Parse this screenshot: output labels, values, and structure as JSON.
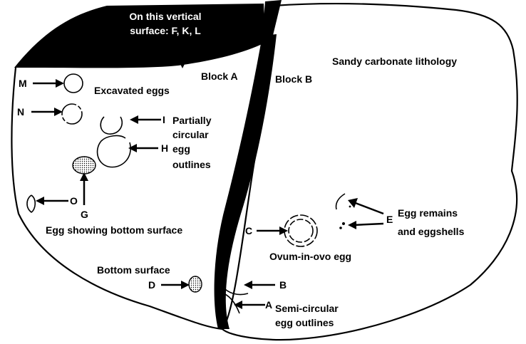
{
  "colors": {
    "ink": "#000000",
    "rock": "#ffffff",
    "fissure": "#000000"
  },
  "labels": {
    "vertical_surface_line1": "On this vertical",
    "vertical_surface_line2": "surface: F, K, L",
    "block_a": "Block A",
    "block_b": "Block B",
    "lithology": "Sandy carbonate lithology",
    "excavated_eggs": "Excavated eggs",
    "partially_circular_line1": "Partially",
    "partially_circular_line2": "circular",
    "partially_circular_line3": "egg",
    "partially_circular_line4": "outlines",
    "egg_bottom_surface": "Egg showing bottom surface",
    "bottom_surface": "Bottom surface",
    "ovum_in_ovo": "Ovum-in-ovo egg",
    "egg_remains_line1": "Egg remains",
    "egg_remains_line2": "and eggshells",
    "semi_circular_line1": "Semi-circular",
    "semi_circular_line2": "egg outlines"
  },
  "letters": {
    "m": "M",
    "n": "N",
    "i": "I",
    "h": "H",
    "g": "G",
    "o": "O",
    "c": "C",
    "e": "E",
    "d": "D",
    "b": "B",
    "a": "A"
  }
}
